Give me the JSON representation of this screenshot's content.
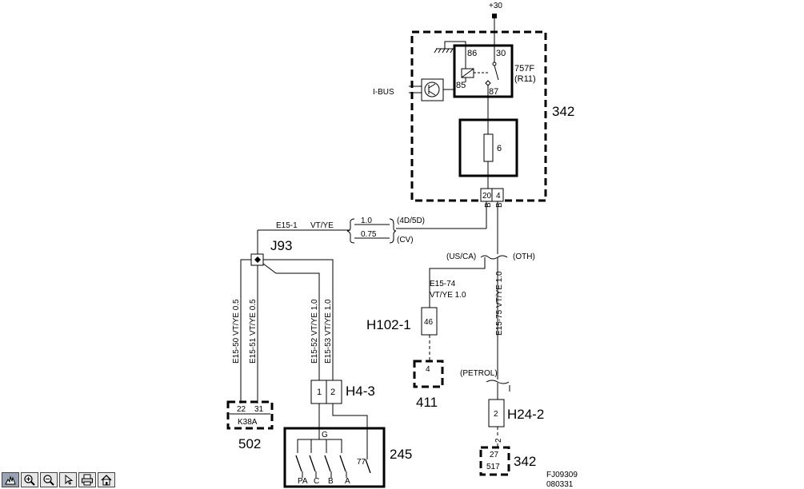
{
  "labels": {
    "supply": "+30",
    "relay_id": "757F",
    "relay_sub": "(R11)",
    "pin86": "86",
    "pin30": "30",
    "pin85": "85",
    "pin87": "87",
    "ibus": "I-BUS",
    "unit_342": "342",
    "fuse_no": "6",
    "pin20": "20",
    "pin4": "4",
    "b1": "B",
    "b2": "B",
    "wire_e15_1": "E15-1",
    "color_e15_1": "VT/YE",
    "size_10": "1.0",
    "size_075": "0.75",
    "var_4d5d": "(4D/5D)",
    "var_cv": "(CV)",
    "j93": "J93",
    "usca": "(US/CA)",
    "oth": "(OTH)",
    "e15_74": "E15-74",
    "e15_74_spec": "VT/YE  1.0",
    "e15_75": "E15-75  VT/YE  1.0",
    "e15_50": "E15-50  VT/YE  0.5",
    "e15_51": "E15-51  VT/YE  0.5",
    "e15_52": "E15-52  VT/YE  1.0",
    "e15_53": "E15-53  VT/YE  1.0",
    "h102_1": "H102-1",
    "pin46": "46",
    "pin4b": "4",
    "unit_411": "411",
    "h4_3": "H4-3",
    "h4_p1": "1",
    "h4_p2": "2",
    "k38a_22": "22",
    "k38a_31": "31",
    "k38a": "K38A",
    "unit_502": "502",
    "petrol": "(PETROL)",
    "h24_2": "H24-2",
    "h24_p2": "2",
    "pin27": "27",
    "pin517": "517",
    "unit_342b": "342",
    "g": "G",
    "sw77": "77",
    "pa": "PA",
    "c": "C",
    "b": "B",
    "a": "A",
    "unit_245": "245",
    "fj": "FJ09309",
    "date": "080331"
  },
  "toolbar": {
    "buttons": [
      "hand-icon",
      "zoom-in-icon",
      "zoom-out-icon",
      "pointer-icon",
      "print-icon",
      "home-icon"
    ]
  }
}
